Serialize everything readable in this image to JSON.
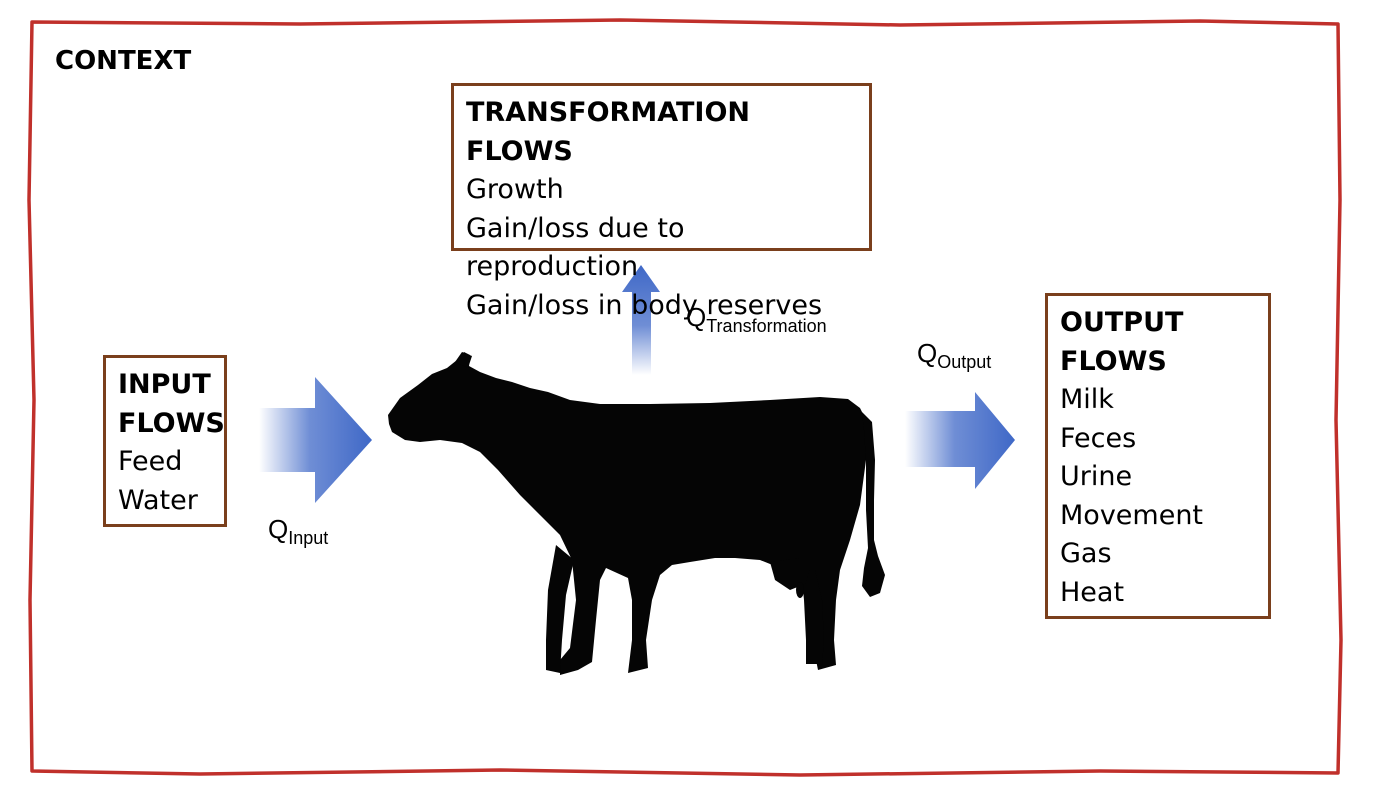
{
  "context": {
    "title": "CONTEXT"
  },
  "transformation": {
    "title": "TRANSFORMATION FLOWS",
    "items": [
      "Growth",
      "Gain/loss due to reproduction",
      "Gain/loss in body reserves"
    ]
  },
  "input": {
    "title_line1": "INPUT",
    "title_line2": "FLOWS",
    "items": [
      "Feed",
      "Water"
    ]
  },
  "output": {
    "title_line1": "OUTPUT",
    "title_line2": "FLOWS",
    "items": [
      "Milk",
      "Feces",
      "Urine",
      "Movement",
      "Gas",
      "Heat"
    ]
  },
  "labels": {
    "q_input": {
      "main": "Q",
      "sub": "Input"
    },
    "q_transformation": {
      "main": "Q",
      "sub": "Transformation"
    },
    "q_output": {
      "main": "Q",
      "sub": "Output"
    }
  },
  "colors": {
    "frame": "#c0302b",
    "box_border": "#7a3f1c",
    "arrow": "#3f68c7",
    "cow": "#050505"
  },
  "icons": {
    "animal": "cow-silhouette"
  }
}
